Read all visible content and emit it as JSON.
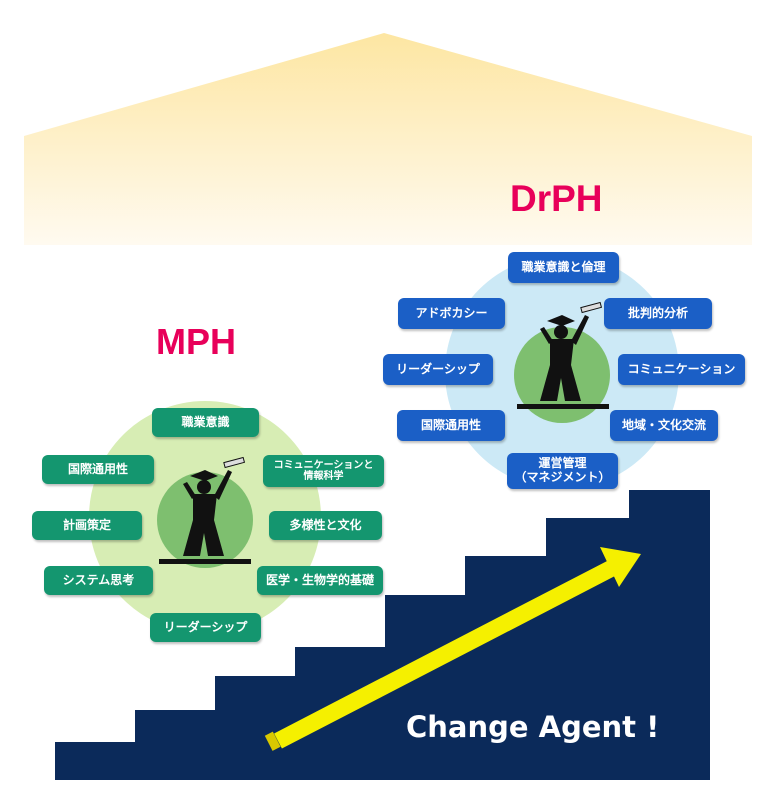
{
  "colors": {
    "roof_top": "#fde6a2",
    "roof_bottom": "#fffaf0",
    "stairs": "#0b2a5a",
    "arrow": "#f5f000",
    "mph_box": "#14966f",
    "drph_box": "#1b5fc6",
    "mph_halo": "#d7edb4",
    "drph_halo": "#cce9f6",
    "title": "#e8005a"
  },
  "icons": [
    "graduate-silhouette-icon",
    "staircase-icon",
    "arrow-icon"
  ],
  "drph": {
    "title": "DrPH",
    "competencies": {
      "ethics": "職業意識と倫理",
      "advocacy": "アドボカシー",
      "critical": "批判的分析",
      "leadership": "リーダーシップ",
      "communication": "コミュニケーション",
      "global": "国際通用性",
      "regional": "地域・文化交流",
      "management": "運営管理\n（マネジメント）"
    }
  },
  "mph": {
    "title": "MPH",
    "competencies": {
      "professionalism": "職業意識",
      "global": "国際通用性",
      "communication": "コミュニケーションと\n情報科学",
      "planning": "計画策定",
      "diversity": "多様性と文化",
      "systems": "システム思考",
      "biomedical": "医学・生物学的基礎",
      "leadership": "リーダーシップ"
    }
  },
  "slogan": "Change Agent !"
}
